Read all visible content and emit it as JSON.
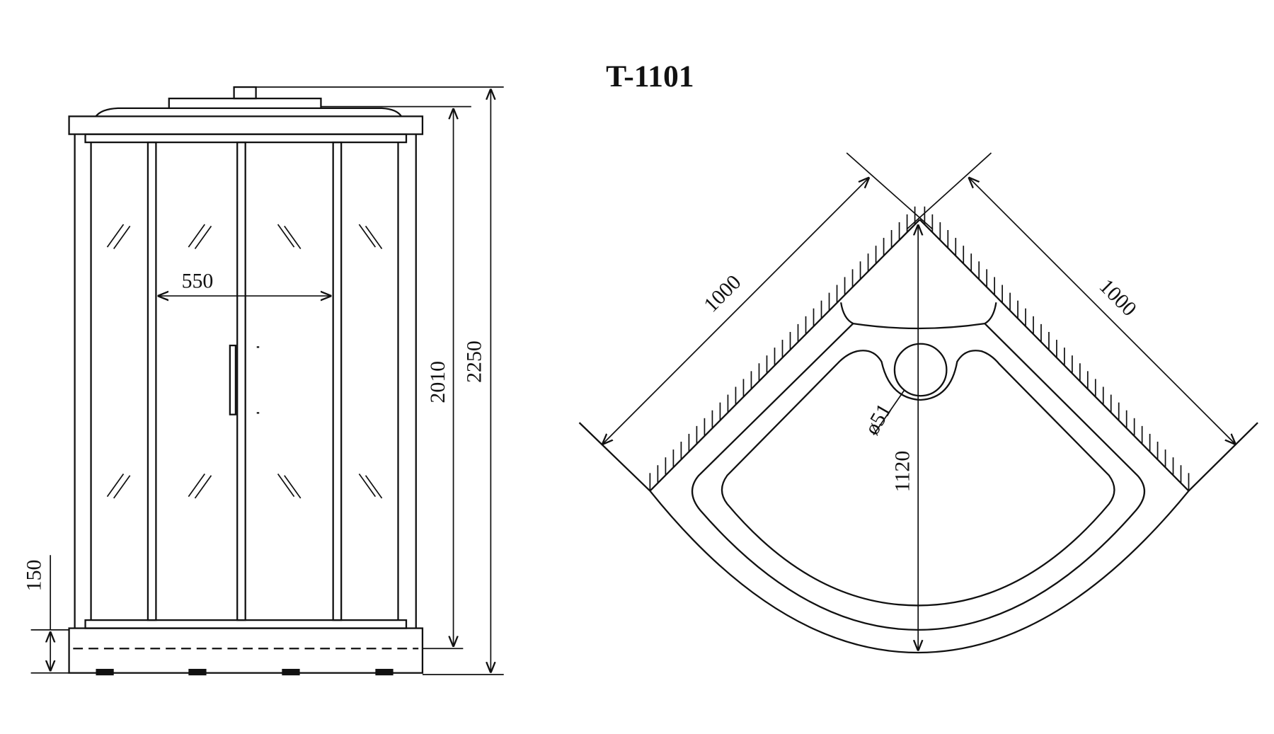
{
  "title": "T-1101",
  "elevation": {
    "door_width": "550",
    "tray_height": "2010",
    "total_height": "2250",
    "base_height": "150"
  },
  "plan": {
    "side_left": "1000",
    "side_right": "1000",
    "diagonal_depth": "1120",
    "drain_diameter": "ø51"
  },
  "colors": {
    "line": "#111111",
    "background": "#ffffff"
  }
}
